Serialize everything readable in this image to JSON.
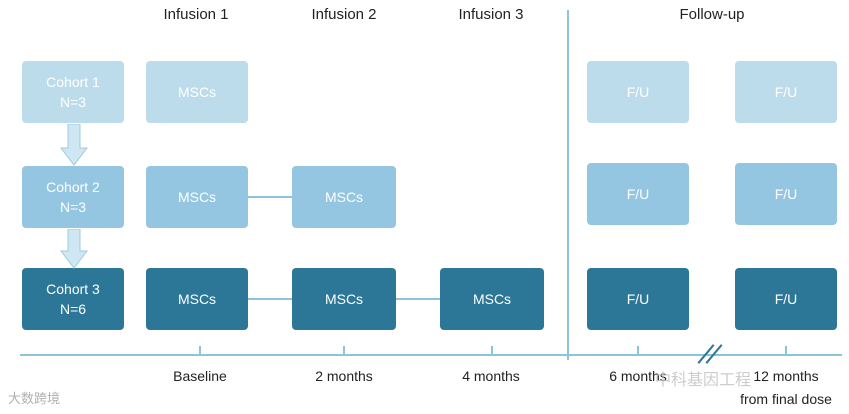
{
  "column_headers": {
    "infusion1": "Infusion 1",
    "infusion2": "Infusion 2",
    "infusion3": "Infusion 3",
    "followup": "Follow-up"
  },
  "cohorts": [
    {
      "name": "Cohort 1",
      "n": "N=3"
    },
    {
      "name": "Cohort 2",
      "n": "N=3"
    },
    {
      "name": "Cohort 3",
      "n": "N=6"
    }
  ],
  "treatment_label": "MSCs",
  "followup_label": "F/U",
  "timeline": {
    "baseline": "Baseline",
    "two_months": "2 months",
    "four_months": "4 months",
    "six_months": "6 months",
    "twelve_months": "12 months",
    "from_final_dose": "from final dose"
  },
  "colors": {
    "cohort1": "#bcdcec",
    "cohort2": "#94c6e1",
    "cohort3": "#2c7798",
    "line": "#8cc4dc"
  },
  "watermarks": {
    "left": "大数跨境",
    "right": "中科基因工程"
  }
}
